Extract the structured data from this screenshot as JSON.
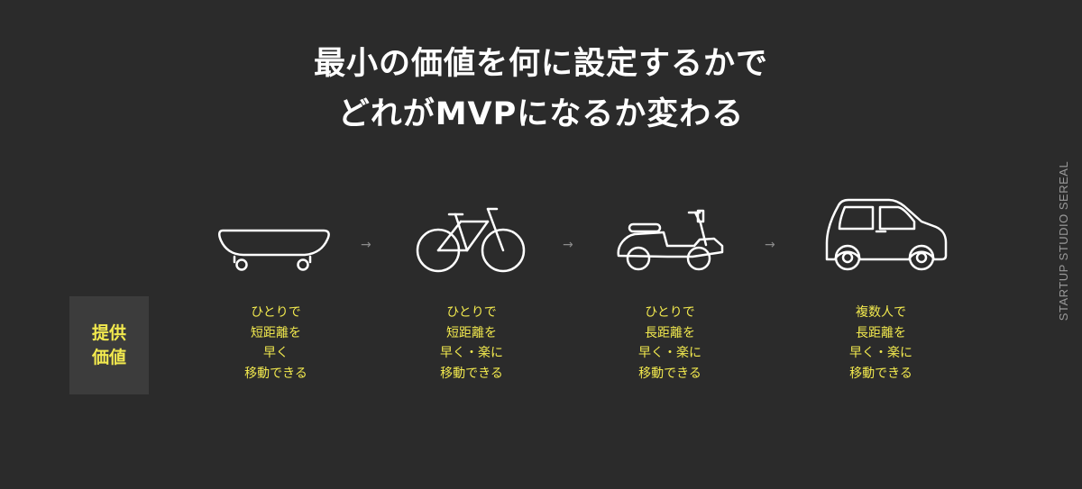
{
  "title": {
    "line1": "最小の価値を何に設定するかで",
    "line2": "どれがMVPになるか変わる"
  },
  "side_label": "STARTUP STUDIO SEREAL",
  "value_label": {
    "line1": "提供",
    "line2": "価値"
  },
  "arrow_glyph": "→",
  "colors": {
    "background": "#2b2b2b",
    "accent": "#f2e94e",
    "title": "#ffffff",
    "box": "#3c3c3c"
  },
  "stages": [
    {
      "icon": "skateboard-icon",
      "lines": [
        "ひとりで",
        "短距離を",
        "早く",
        "移動できる"
      ]
    },
    {
      "icon": "bicycle-icon",
      "lines": [
        "ひとりで",
        "短距離を",
        "早く・楽に",
        "移動できる"
      ]
    },
    {
      "icon": "scooter-icon",
      "lines": [
        "ひとりで",
        "長距離を",
        "早く・楽に",
        "移動できる"
      ]
    },
    {
      "icon": "car-icon",
      "lines": [
        "複数人で",
        "長距離を",
        "早く・楽に",
        "移動できる"
      ]
    }
  ]
}
